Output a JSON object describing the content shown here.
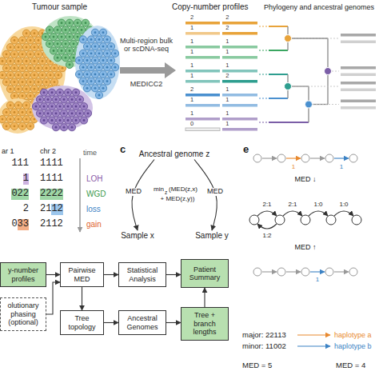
{
  "diagram": {
    "nodes": [
      {
        "text": [
          "Ancestral genome z"
        ]
      },
      {
        "text": [
          "Sample x"
        ]
      },
      {
        "text": [
          "Sample y"
        ]
      },
      {
        "text": [
          "y-number profiles"
        ]
      },
      {
        "text": [
          "olutionary phasing (optional)"
        ]
      },
      {
        "text": [
          "Pairwise MED"
        ]
      },
      {
        "text": [
          "Statistical Analysis"
        ]
      },
      {
        "text": [
          "Patient Summary"
        ]
      },
      {
        "text": [
          "Tree topology"
        ]
      },
      {
        "text": [
          "Ancestral Genomes"
        ]
      },
      {
        "text": [
          "Tree + branch lengths"
        ]
      }
    ],
    "edges": [
      {
        "from": 0,
        "to": 1,
        "label": "MED",
        "arrow": "to"
      },
      {
        "from": 0,
        "to": 2,
        "label": "MED",
        "arrow": "to"
      },
      {
        "from": 3,
        "to": 5,
        "arrow": "to"
      },
      {
        "from": 4,
        "to": 5,
        "arrow": "to"
      },
      {
        "from": 5,
        "to": 6,
        "arrow": "to"
      },
      {
        "from": 6,
        "to": 7,
        "arrow": "to"
      },
      {
        "from": 5,
        "to": 8,
        "arrow": "to"
      },
      {
        "from": 8,
        "to": 9,
        "arrow": "to"
      },
      {
        "from": 9,
        "to": 10,
        "arrow": "to"
      },
      {
        "from": 10,
        "to": 7,
        "arrow": "to"
      }
    ],
    "labels": [
      "Tumour sample",
      "Multi-region bulk or scDNA-seq",
      "MEDICC2",
      "Copy-number profiles",
      "Phylogeny and ancestral genomes",
      "2 2",
      "1 2",
      "1 1",
      "1 1",
      "1 1",
      "1 2",
      "2 1",
      "1 1",
      "1 1",
      "0 1",
      "ar 1",
      "chr 2",
      "111",
      "1111",
      "1",
      "1111",
      "022",
      "2222",
      "2",
      "21",
      "12",
      "0",
      "33",
      "2112",
      "time",
      "LOH",
      "WGD",
      "loss",
      "gain",
      "c",
      "min",
      "z",
      "(MED(z,x)",
      "+ MED(z,y))",
      "e",
      "1",
      "1",
      "MED ↓",
      "2:1",
      "2:1",
      "1:0",
      "1:0",
      "1:2",
      "MED ↑",
      "1",
      "major: 22113",
      "minor: 11002",
      "MED = 5",
      "MED = 4",
      "haplotype a",
      "haplotype b"
    ]
  }
}
